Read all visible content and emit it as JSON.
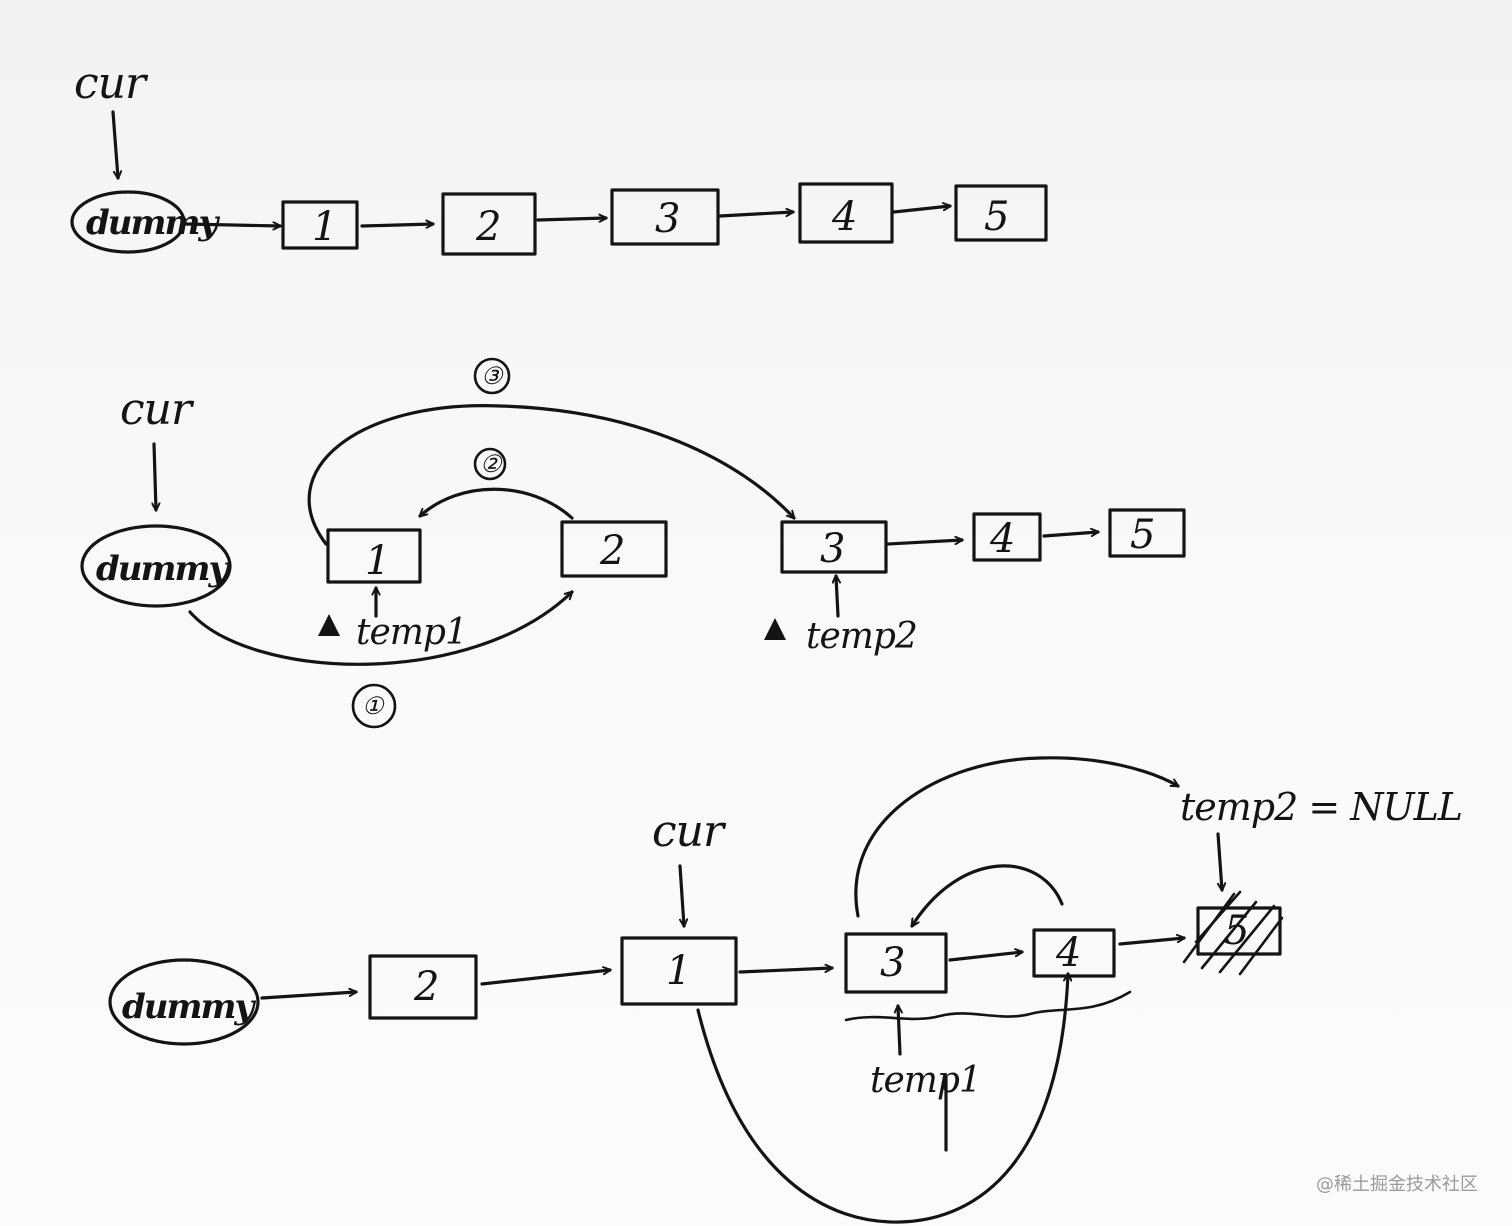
{
  "panel1": {
    "cur": "cur",
    "dummy": "dummy",
    "nodes": [
      "1",
      "2",
      "3",
      "4",
      "5"
    ]
  },
  "panel2": {
    "cur": "cur",
    "dummy": "dummy",
    "nodes": [
      "1",
      "2",
      "3",
      "4",
      "5"
    ],
    "temp1": "temp1",
    "temp2": "temp2",
    "steps": [
      "①",
      "②",
      "③"
    ]
  },
  "panel3": {
    "cur": "cur",
    "dummy": "dummy",
    "nodes": [
      "2",
      "1",
      "3",
      "4"
    ],
    "crossed_node": "5",
    "temp1": "temp1",
    "temp2_null": "temp2 = NULL"
  },
  "watermark": "@稀土掘金技术社区"
}
